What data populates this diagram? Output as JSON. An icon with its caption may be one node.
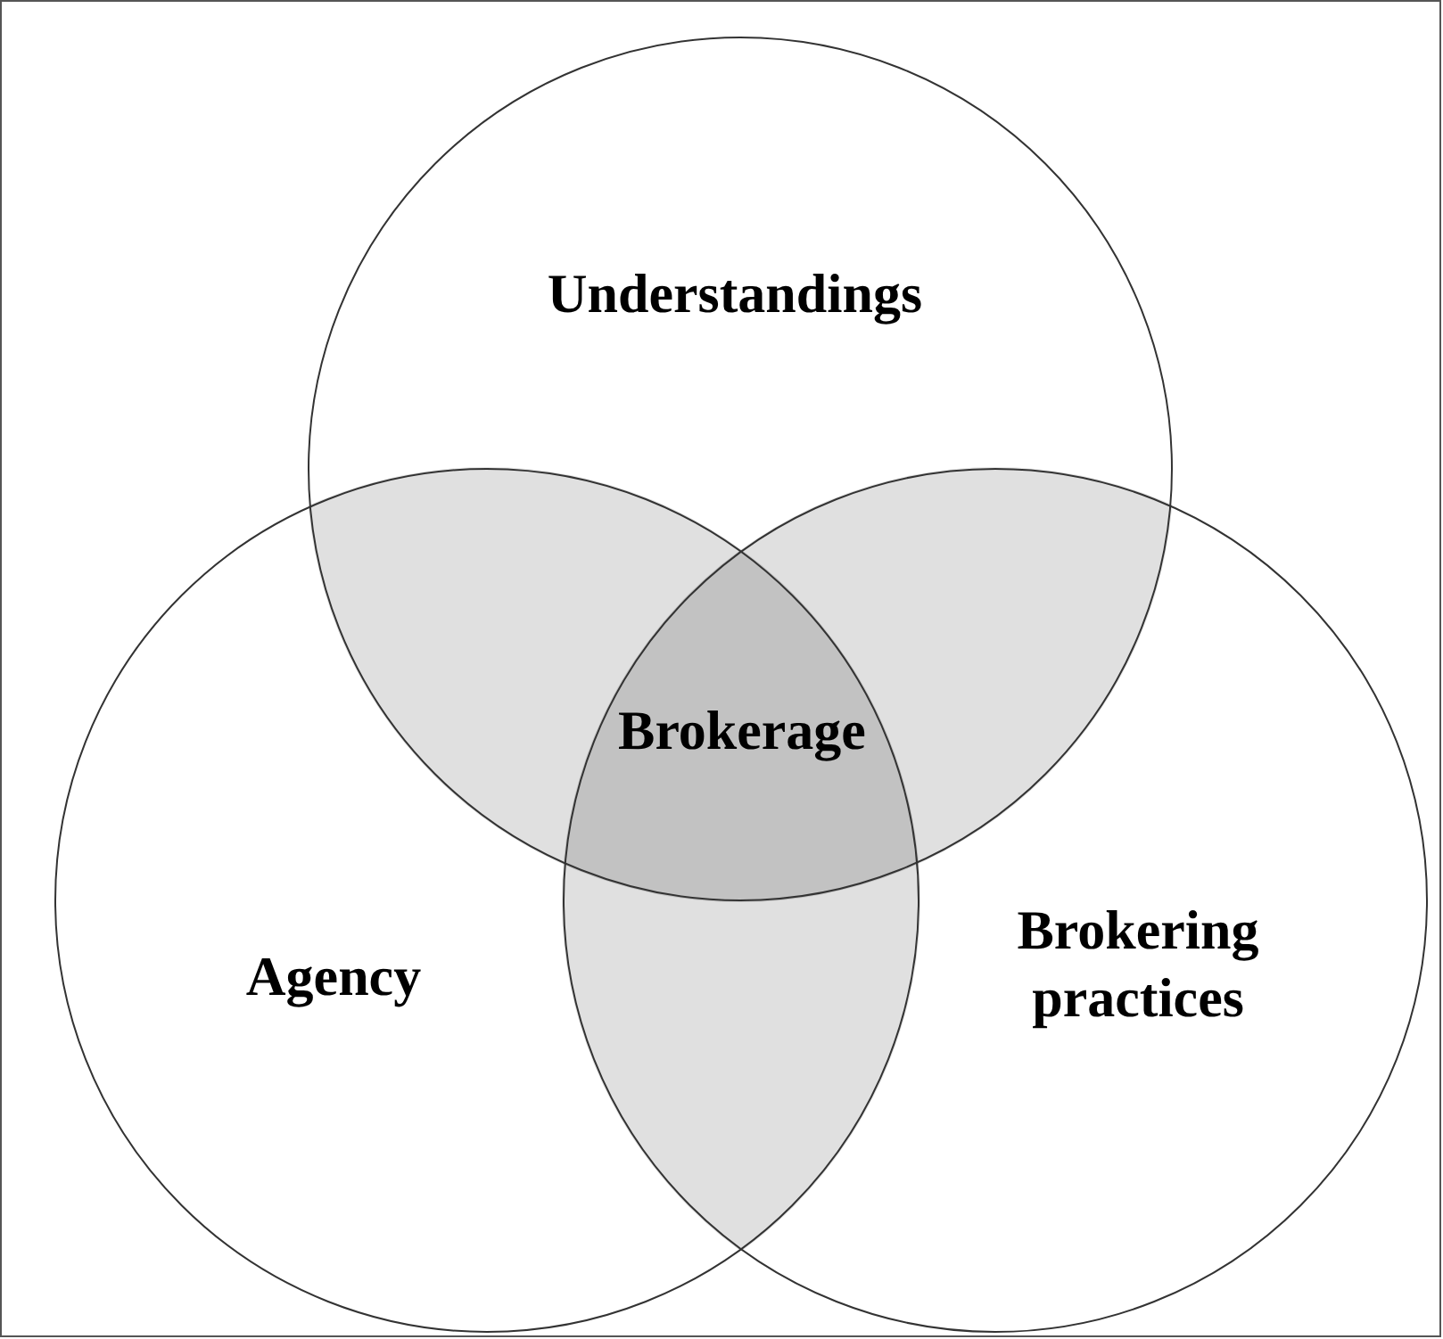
{
  "diagram": {
    "nodes": [
      {
        "text": [
          "Understandings"
        ]
      },
      {
        "text": [
          "Agency"
        ]
      },
      {
        "text": [
          "Brokering practices"
        ]
      }
    ],
    "labels": [
      "Brokerage"
    ]
  }
}
